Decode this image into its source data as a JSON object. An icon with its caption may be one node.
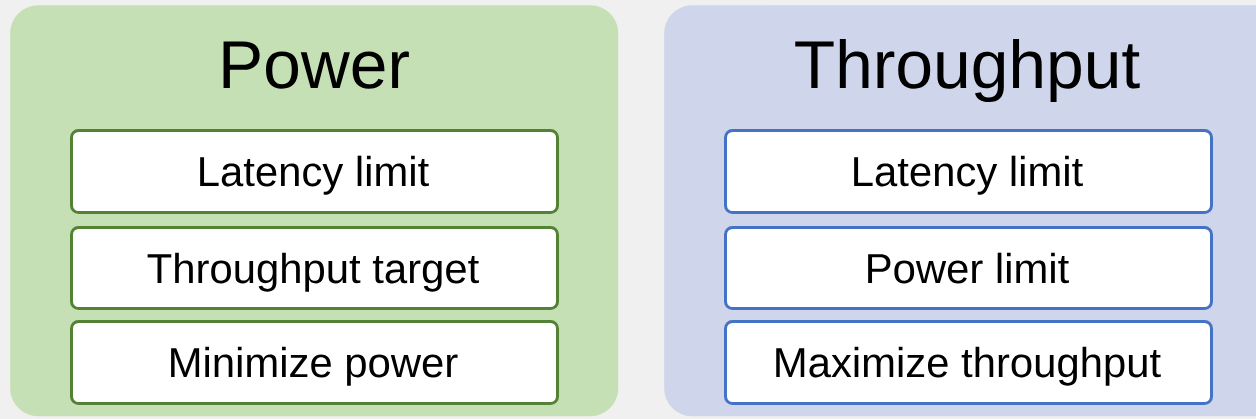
{
  "diagram": {
    "nodes": [
      {
        "text": [
          "Power"
        ]
      },
      {
        "text": [
          "Latency limit"
        ],
        "in": 0
      },
      {
        "text": [
          "Throughput target"
        ],
        "in": 0
      },
      {
        "text": [
          "Minimize power"
        ],
        "in": 0
      },
      {
        "text": [
          "Throughput"
        ]
      },
      {
        "text": [
          "Latency limit"
        ],
        "in": 4
      },
      {
        "text": [
          "Power limit"
        ],
        "in": 4
      },
      {
        "text": [
          "Maximize throughput"
        ],
        "in": 4
      }
    ]
  }
}
